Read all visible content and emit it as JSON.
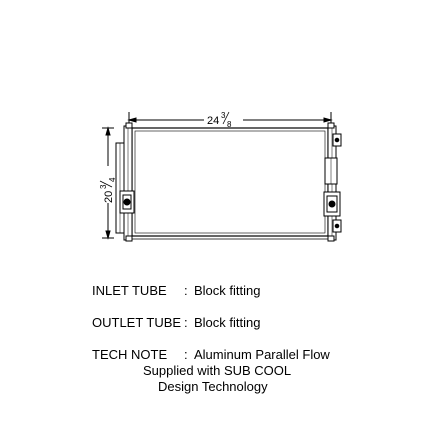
{
  "dimensions": {
    "width": {
      "whole": "24",
      "num": "3",
      "den": "8"
    },
    "height": {
      "whole": "20",
      "num": "3",
      "den": "4"
    }
  },
  "specs": {
    "inlet": {
      "label": "INLET TUBE",
      "colon": ":",
      "value": "Block fitting"
    },
    "outlet": {
      "label": "OUTLET TUBE",
      "colon": ":",
      "value": "Block fitting"
    },
    "tech": {
      "label": "TECH NOTE",
      "colon": ":",
      "line1": "Aluminum Parallel Flow",
      "line2": "Supplied with SUB COOL",
      "line3": "Design Technology"
    }
  }
}
